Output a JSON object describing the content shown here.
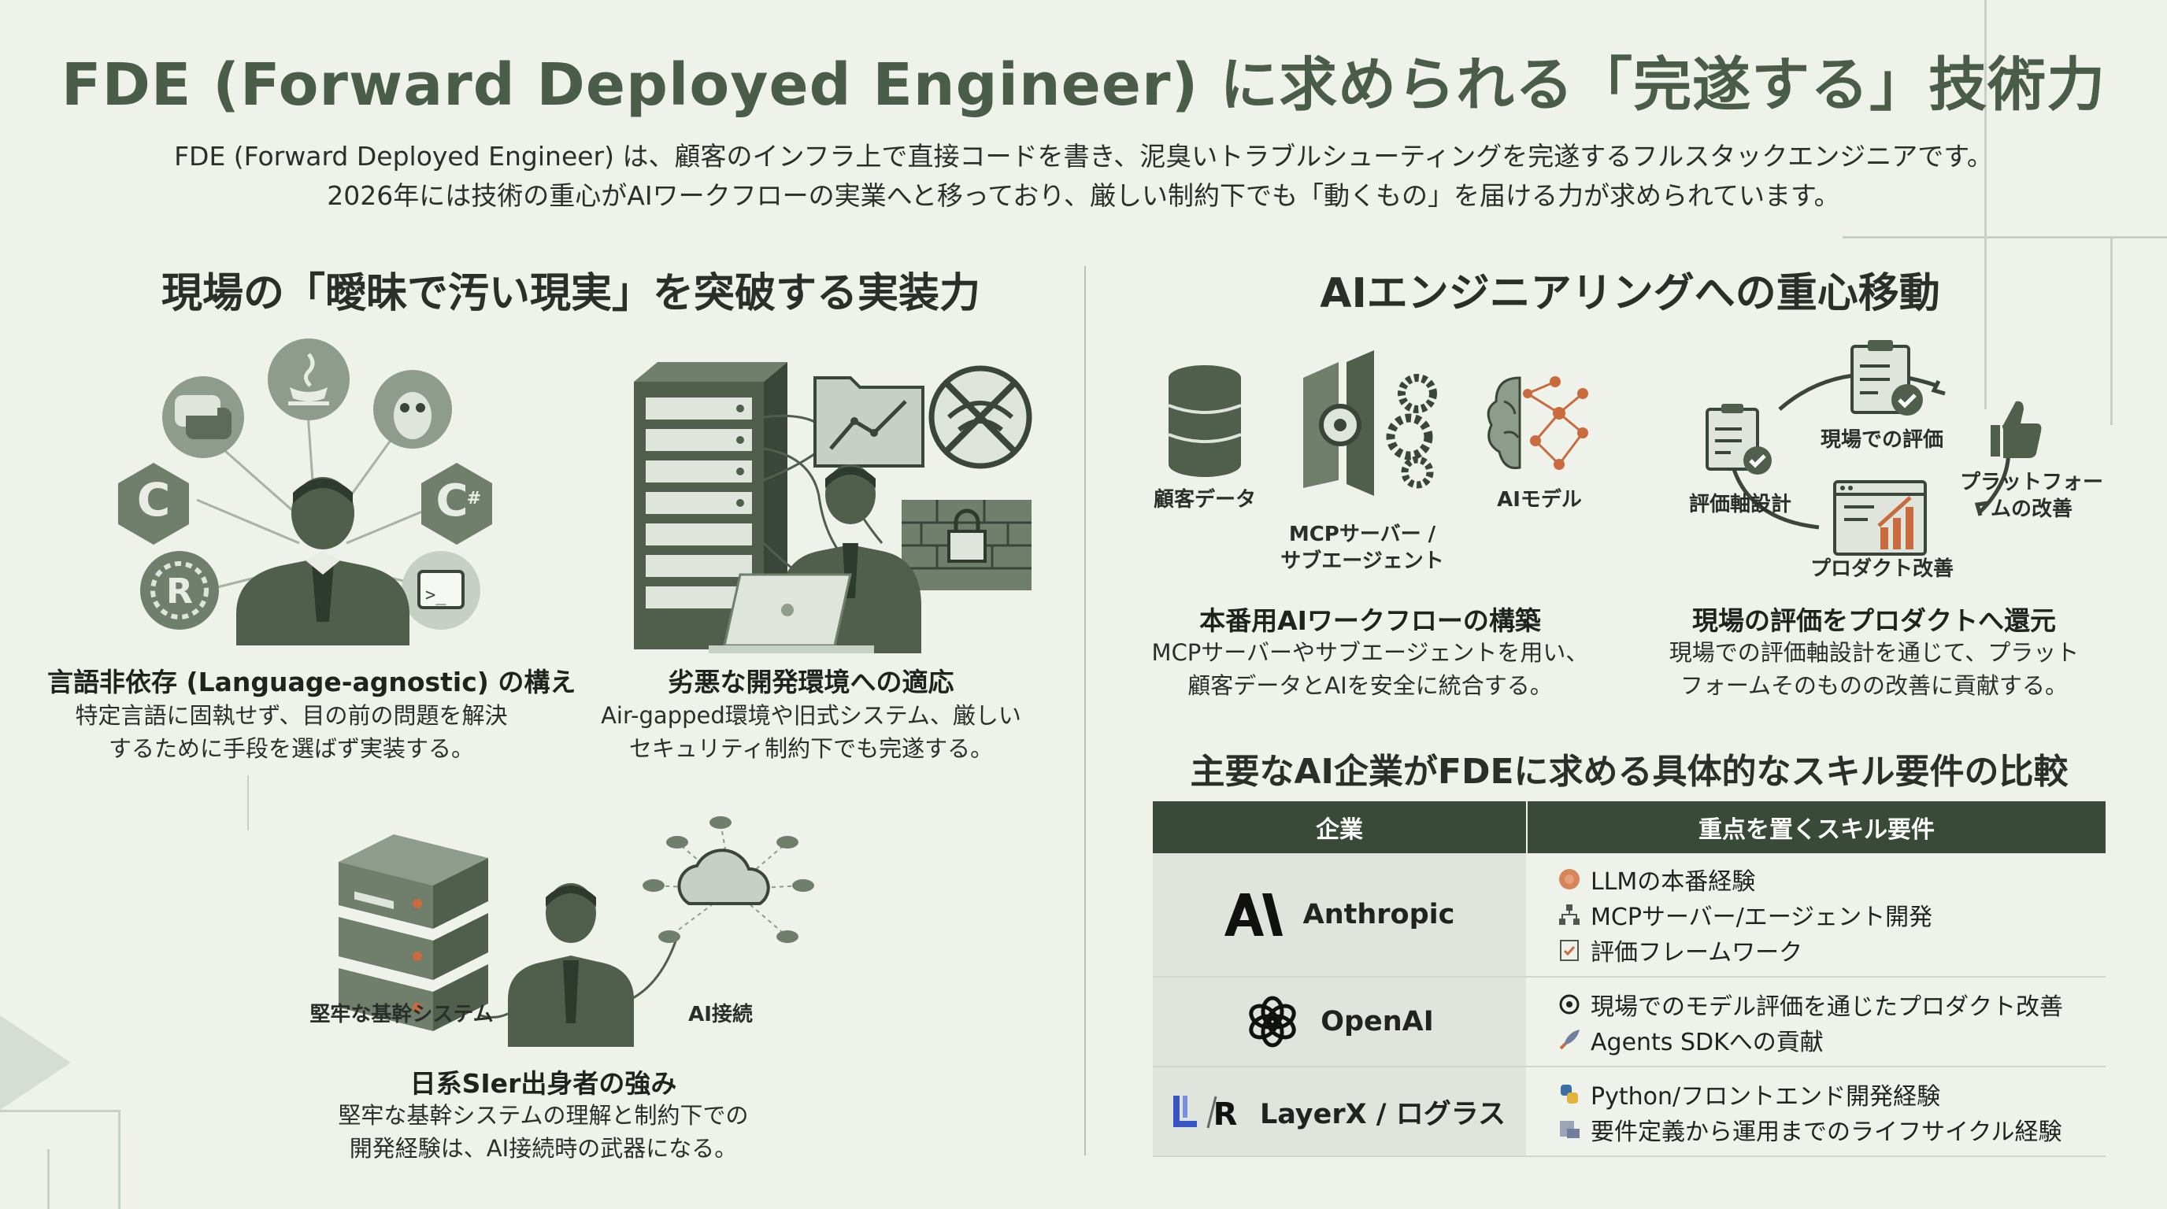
{
  "header": {
    "title": "FDE (Forward Deployed Engineer) に求められる「完遂する」技術力",
    "subtitle_line1": "FDE (Forward Deployed Engineer) は、顧客のインフラ上で直接コードを書き、泥臭いトラブルシューティングを完遂するフルスタックエンジニアです。",
    "subtitle_line2": "2026年には技術の重心がAIワークフローの実業へと移っており、厳しい制約下でも「動くもの」を届ける力が求められています。"
  },
  "left": {
    "title": "現場の「曖昧で汚い現実」を突破する実装力",
    "cards": [
      {
        "title": "言語非依存 (Language-agnostic) の構え",
        "desc1": "特定言語に固執せず、目の前の問題を解決",
        "desc2": "するために手段を選ばず実装する。"
      },
      {
        "title": "劣悪な開発環境への適応",
        "desc1": "Air-gapped環境や旧式システム、厳しい",
        "desc2": "セキュリティ制約下でも完遂する。"
      },
      {
        "title": "日系SIer出身者の強み",
        "desc1": "堅牢な基幹システムの理解と制約下での",
        "desc2": "開発経験は、AI接続時の武器になる。",
        "label_left": "堅牢な基幹システム",
        "label_right": "AI接続"
      }
    ]
  },
  "right": {
    "title": "AIエンジニアリングへの重心移動",
    "workflow": {
      "label_data": "顧客データ",
      "label_mcp_1": "MCPサーバー /",
      "label_mcp_2": "サブエージェント",
      "label_ai": "AIモデル",
      "title": "本番用AIワークフローの構築",
      "desc1": "MCPサーバーやサブエージェントを用い、",
      "desc2": "顧客データとAIを安全に統合する。"
    },
    "cycle": {
      "label_top": "現場での評価",
      "label_left": "評価軸設計",
      "label_right_1": "プラットフォー",
      "label_right_2": "ムの改善",
      "label_bottom": "プロダクト改善",
      "title": "現場の評価をプロダクトへ還元",
      "desc1": "現場での評価軸設計を通じて、プラット",
      "desc2": "フォームそのものの改善に貢献する。"
    }
  },
  "table": {
    "title": "主要なAI企業がFDEに求める具体的なスキル要件の比較",
    "header_company": "企業",
    "header_skills": "重点を置くスキル要件",
    "rows": [
      {
        "company": "Anthropic",
        "skills": [
          "LLMの本番経験",
          "MCPサーバー/エージェント開発",
          "評価フレームワーク"
        ]
      },
      {
        "company": "OpenAI",
        "skills": [
          "現場でのモデル評価を通じたプロダクト改善",
          "Agents SDKへの貢献"
        ]
      },
      {
        "company": "LayerX / ログラス",
        "skills": [
          "Python/フロントエンド開発経験",
          "要件定義から運用までのライフサイクル経験"
        ]
      }
    ]
  },
  "icons": [
    "python-icon",
    "java-icon",
    "go-gopher-icon",
    "c-icon",
    "csharp-icon",
    "rust-icon",
    "terminal-icon",
    "person-icon",
    "server-rack-icon",
    "laptop-icon",
    "chart-folder-icon",
    "no-wifi-icon",
    "lock-wall-icon",
    "server-stack-icon",
    "cloud-network-icon",
    "database-icon",
    "gear-gateway-icon",
    "brain-network-icon",
    "clipboard-check-icon",
    "thumbs-up-icon",
    "dashboard-chart-icon",
    "anthropic-logo",
    "openai-logo",
    "layerx-logo"
  ],
  "colors": {
    "primary_dark": "#394a39",
    "accent_green": "#5f7a5c",
    "background": "#eef2ea",
    "title": "#4a5d48"
  }
}
